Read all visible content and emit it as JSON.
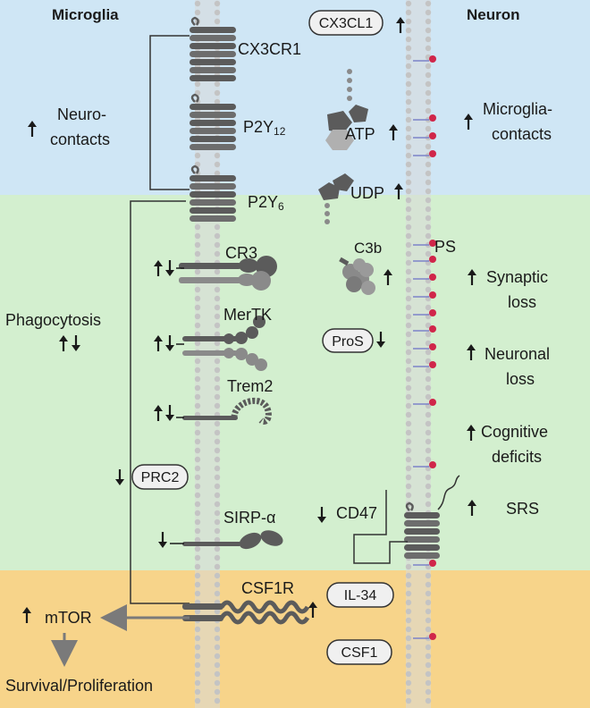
{
  "headers": {
    "left": "Microglia",
    "right": "Neuron"
  },
  "receptors": {
    "cx3cr1": "CX3CR1",
    "p2y12": "P2Y",
    "p2y12_sub": "12",
    "p2y6": "P2Y",
    "p2y6_sub": "6",
    "cr3": "CR3",
    "mertk": "MerTK",
    "trem2": "Trem2",
    "sirpa": "SIRP-α",
    "csf1r": "CSF1R",
    "cd47": "CD47",
    "ps": "PS",
    "c3b": "C3b"
  },
  "ligands": {
    "cx3cl1": "CX3CL1",
    "atp": "ATP",
    "udp": "UDP",
    "pros": "ProS",
    "prc2": "PRC2",
    "il34": "IL-34",
    "csf1": "CSF1"
  },
  "microglia_effects": {
    "neuro_1": "Neuro-",
    "neuro_2": "contacts",
    "phago": "Phagocytosis",
    "mtor": "mTOR",
    "survival": "Survival/Proliferation"
  },
  "neuron_effects": {
    "microglia_1": "Microglia-",
    "microglia_2": "contacts",
    "synaptic_1": "Synaptic",
    "synaptic_2": "loss",
    "neuronal_1": "Neuronal",
    "neuronal_2": "loss",
    "cognitive_1": "Cognitive",
    "cognitive_2": "deficits",
    "srs": "SRS"
  },
  "colors": {
    "top_band": "#cfe6f5",
    "middle_band": "#d3efcf",
    "bottom_band": "#f7d48a",
    "membrane": "#cfcfcf",
    "receptor": "#5b5b5b",
    "receptor_light": "#8a8a8a",
    "ps_dot": "#d0264a",
    "arrow": "#1a1a1a",
    "pathway_arrow": "#7a7a7a"
  }
}
